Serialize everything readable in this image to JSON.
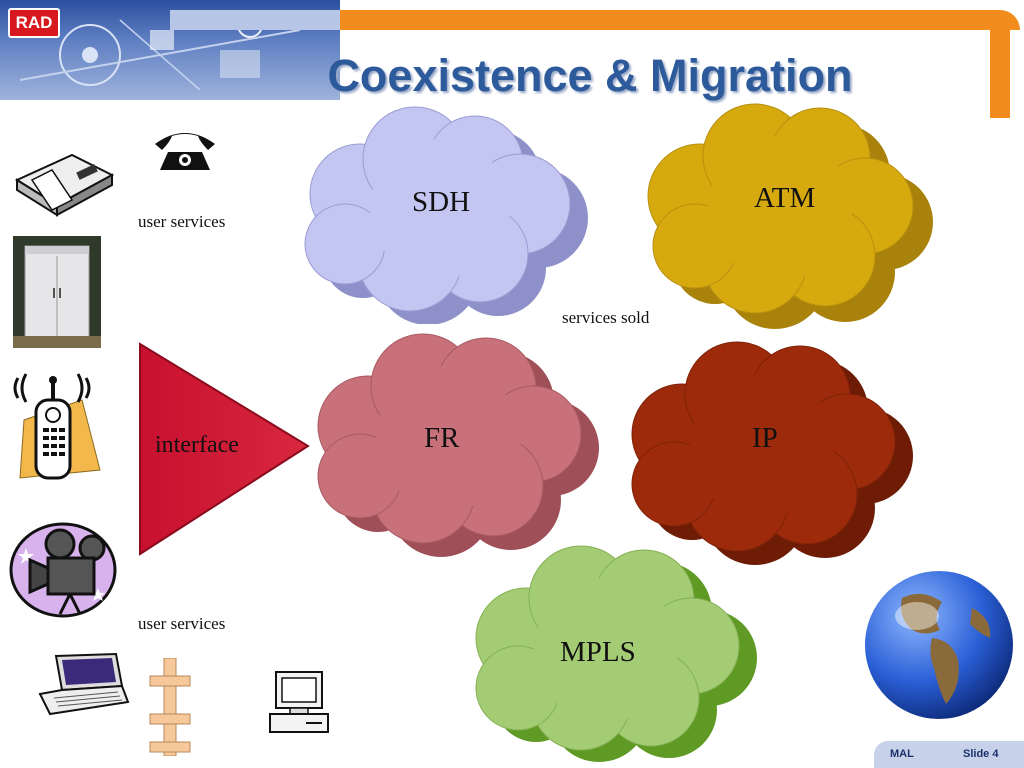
{
  "header": {
    "logo": "RAD",
    "title": "Coexistence & Migration"
  },
  "labels": {
    "user_services_top": "user services",
    "user_services_bottom": "user services",
    "services_sold": "services sold",
    "interface": "interface"
  },
  "clouds": [
    {
      "name": "SDH",
      "color": "#c4c6f2"
    },
    {
      "name": "ATM",
      "color": "#d6a90e"
    },
    {
      "name": "FR",
      "color": "#c8717a"
    },
    {
      "name": "IP",
      "color": "#9c2a0b"
    },
    {
      "name": "MPLS",
      "color": "#a4cc74"
    }
  ],
  "icons": [
    "telephone-icon",
    "fax-icon",
    "cabinet-icon",
    "mobile-phone-icon",
    "video-camera-icon",
    "laptop-icon",
    "pipe-icon",
    "computer-icon",
    "globe-icon"
  ],
  "colors": {
    "title": "#2d5a9b",
    "interface_triangle": "#c8102e",
    "header_orange": "#f28c1c",
    "header_blue": "#2c4f9e"
  },
  "footer": {
    "left": "MAL",
    "right": "Slide 4"
  }
}
